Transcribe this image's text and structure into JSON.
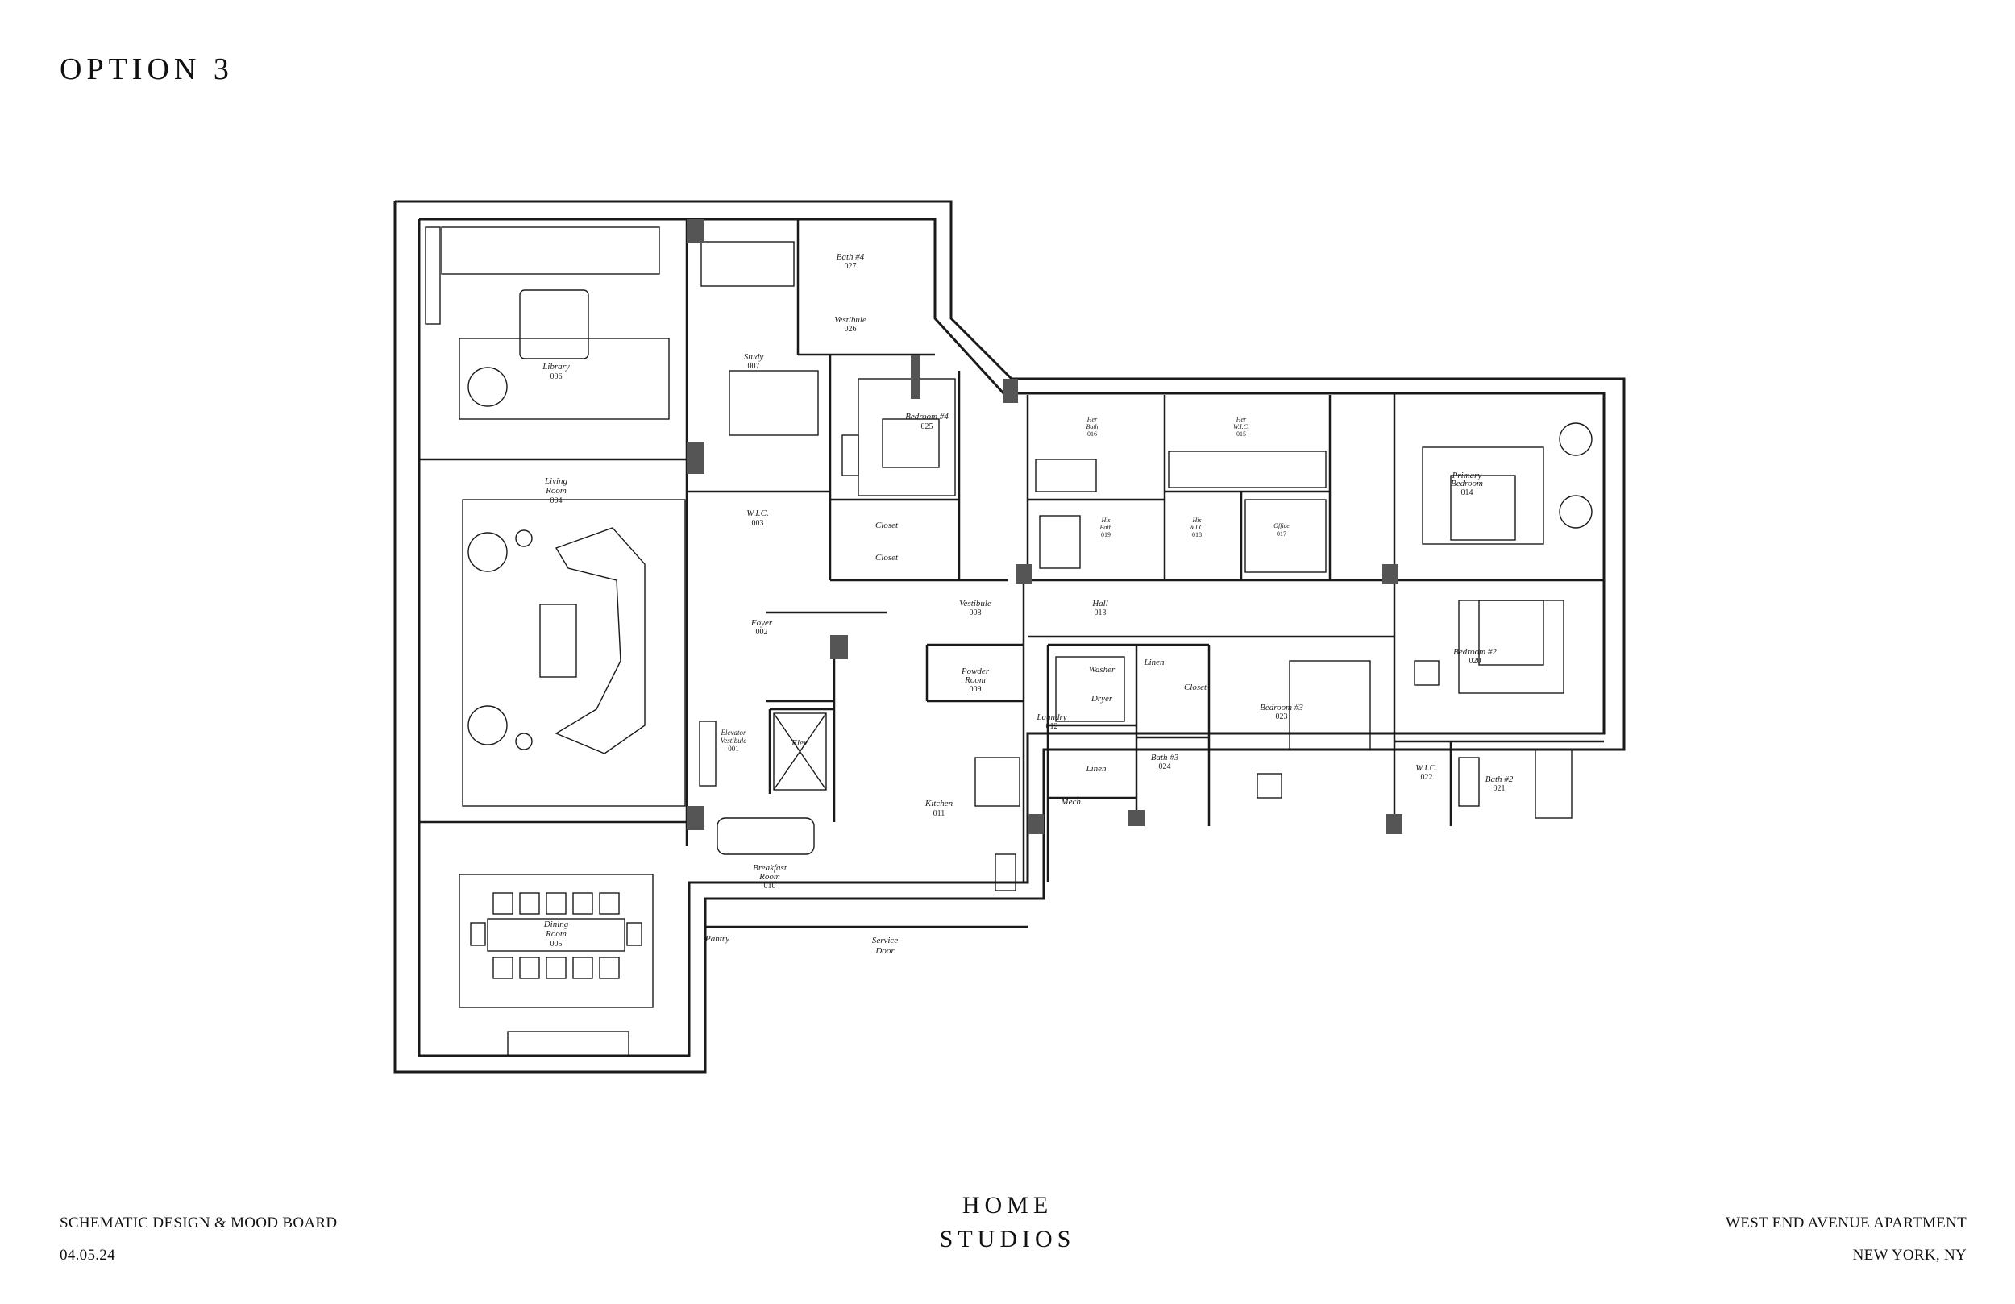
{
  "header": {
    "title": "OPTION 3"
  },
  "footer": {
    "left_line1": "SCHEMATIC DESIGN & MOOD BOARD",
    "left_line2": "04.05.24",
    "brand_line1": "HOME",
    "brand_line2": "STUDIOS",
    "right_line1": "WEST END AVENUE APARTMENT",
    "right_line2": "NEW YORK, NY"
  },
  "rooms": {
    "library": {
      "name": "Library",
      "num": "006"
    },
    "living": {
      "name1": "Living",
      "name2": "Room",
      "num": "004"
    },
    "dining": {
      "name1": "Dining",
      "name2": "Room",
      "num": "005"
    },
    "study": {
      "name": "Study",
      "num": "007"
    },
    "bath4": {
      "name": "Bath #4",
      "num": "027"
    },
    "vestibule26": {
      "name": "Vestibule",
      "num": "026"
    },
    "bedroom4": {
      "name": "Bedroom #4",
      "num": "025"
    },
    "wic003": {
      "name": "W.I.C.",
      "num": "003"
    },
    "closet_a": {
      "name": "Closet"
    },
    "closet_b": {
      "name": "Closet"
    },
    "foyer": {
      "name": "Foyer",
      "num": "002"
    },
    "elev_vest": {
      "name1": "Elevator",
      "name2": "Vestibule",
      "num": "001"
    },
    "elev": {
      "name": "Elev."
    },
    "vestibule008": {
      "name": "Vestibule",
      "num": "008"
    },
    "powder": {
      "name1": "Powder",
      "name2": "Room",
      "num": "009"
    },
    "kitchen": {
      "name": "Kitchen",
      "num": "011"
    },
    "breakfast": {
      "name1": "Breakfast",
      "name2": "Room",
      "num": "010"
    },
    "pantry": {
      "name": "Pantry"
    },
    "service_door": {
      "name1": "Service",
      "name2": "Door"
    },
    "hall": {
      "name": "Hall",
      "num": "013"
    },
    "laundry": {
      "name": "Laundry",
      "num": "012"
    },
    "washer": {
      "name": "Washer"
    },
    "dryer": {
      "name": "Dryer"
    },
    "linen_a": {
      "name": "Linen"
    },
    "linen_b": {
      "name": "Linen"
    },
    "mech": {
      "name": "Mech."
    },
    "closet_c": {
      "name": "Closet"
    },
    "bath3": {
      "name": "Bath #3",
      "num": "024"
    },
    "bedroom3": {
      "name": "Bedroom #3",
      "num": "023"
    },
    "her_bath": {
      "name1": "Her",
      "name2": "Bath",
      "num": "016"
    },
    "her_wic": {
      "name1": "Her",
      "name2": "W.I.C.",
      "num": "015"
    },
    "his_bath": {
      "name1": "His",
      "name2": "Bath",
      "num": "019"
    },
    "his_wic": {
      "name1": "His",
      "name2": "W.I.C.",
      "num": "018"
    },
    "office": {
      "name": "Office",
      "num": "017"
    },
    "primary": {
      "name1": "Primary",
      "name2": "Bedroom",
      "num": "014"
    },
    "bedroom2": {
      "name": "Bedroom #2",
      "num": "020"
    },
    "wic022": {
      "name": "W.I.C.",
      "num": "022"
    },
    "bath2": {
      "name": "Bath #2",
      "num": "021"
    }
  },
  "colors": {
    "line": "#1a1a1a",
    "wall_fill": "#555555",
    "paper": "#ffffff"
  }
}
